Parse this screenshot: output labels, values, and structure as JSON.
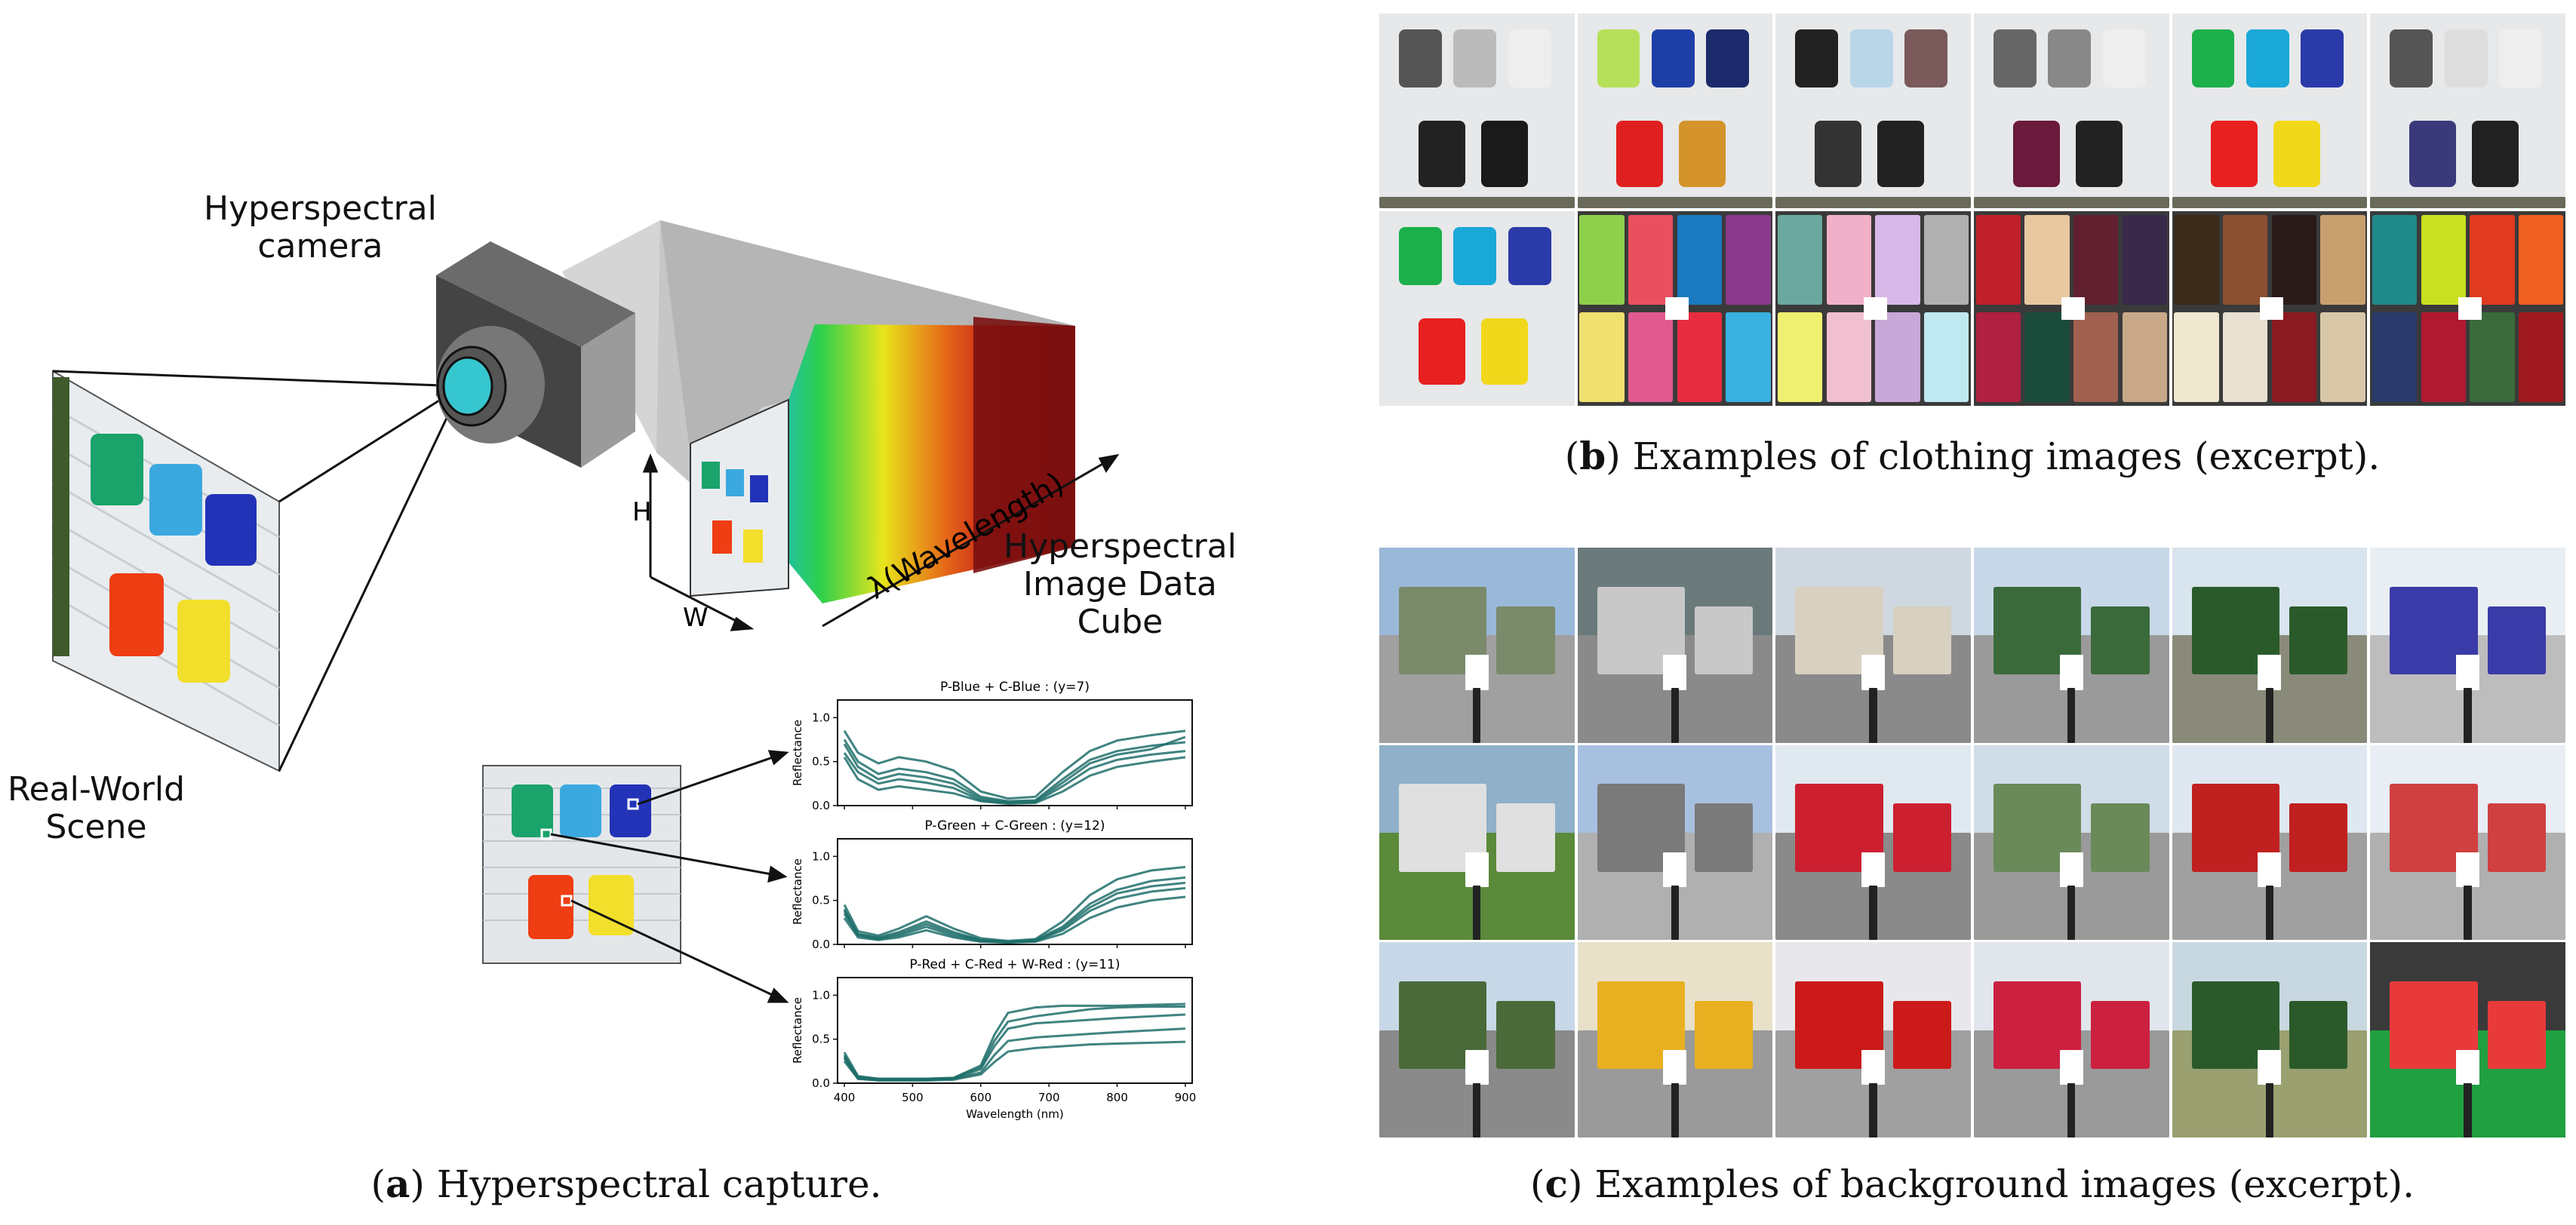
{
  "panel_a": {
    "camera_label": [
      "Hyperspectral",
      "camera"
    ],
    "scene_label": [
      "Real-World",
      "Scene"
    ],
    "cube_label": [
      "Hyperspectral",
      "Image Data",
      "Cube"
    ],
    "axis_h": "H",
    "axis_w": "W",
    "axis_lambda": "λ(Wavelength)",
    "caption_letter": "a",
    "caption_text": ") Hyperspectral capture.",
    "shirt_colors": [
      "#1aa36b",
      "#3ba9e0",
      "#2233b8",
      "#ef3d14",
      "#f2df2c"
    ]
  },
  "panel_b": {
    "caption_letter": "b",
    "caption_text": ") Examples of clothing images (excerpt)."
  },
  "panel_c": {
    "caption_letter": "c",
    "caption_text": ") Examples of background images (excerpt)."
  },
  "chart_data": [
    {
      "type": "line",
      "title": "P-Blue + C-Blue : (y=7)",
      "ylabel": "Reflectance",
      "xlim": [
        390,
        910
      ],
      "ylim": [
        0,
        1.2
      ],
      "yticks": [
        "0.0",
        "0.5",
        "1.0"
      ],
      "series_color": "#1f6f6b",
      "x": [
        400,
        420,
        450,
        480,
        520,
        560,
        600,
        640,
        680,
        720,
        760,
        800,
        850,
        900
      ],
      "series": [
        {
          "values": [
            0.75,
            0.5,
            0.36,
            0.42,
            0.38,
            0.3,
            0.1,
            0.05,
            0.06,
            0.3,
            0.52,
            0.62,
            0.68,
            0.72
          ]
        },
        {
          "values": [
            0.6,
            0.38,
            0.25,
            0.3,
            0.26,
            0.2,
            0.06,
            0.03,
            0.04,
            0.22,
            0.42,
            0.52,
            0.58,
            0.62
          ]
        },
        {
          "values": [
            0.85,
            0.6,
            0.48,
            0.55,
            0.5,
            0.4,
            0.16,
            0.08,
            0.1,
            0.38,
            0.62,
            0.74,
            0.8,
            0.85
          ]
        },
        {
          "values": [
            0.55,
            0.3,
            0.18,
            0.22,
            0.18,
            0.14,
            0.05,
            0.02,
            0.03,
            0.16,
            0.34,
            0.44,
            0.5,
            0.55
          ]
        },
        {
          "values": [
            0.7,
            0.44,
            0.3,
            0.36,
            0.32,
            0.25,
            0.08,
            0.04,
            0.05,
            0.26,
            0.48,
            0.58,
            0.64,
            0.78
          ]
        }
      ]
    },
    {
      "type": "line",
      "title": "P-Green + C-Green : (y=12)",
      "ylabel": "Reflectance",
      "xlim": [
        390,
        910
      ],
      "ylim": [
        0,
        1.2
      ],
      "yticks": [
        "0.0",
        "0.5",
        "1.0"
      ],
      "series_color": "#1f6f6b",
      "x": [
        400,
        420,
        450,
        480,
        520,
        560,
        600,
        640,
        680,
        720,
        760,
        800,
        850,
        900
      ],
      "series": [
        {
          "values": [
            0.4,
            0.12,
            0.08,
            0.14,
            0.26,
            0.14,
            0.05,
            0.03,
            0.05,
            0.2,
            0.46,
            0.62,
            0.72,
            0.76
          ]
        },
        {
          "values": [
            0.35,
            0.1,
            0.06,
            0.1,
            0.2,
            0.1,
            0.04,
            0.02,
            0.04,
            0.16,
            0.38,
            0.52,
            0.6,
            0.64
          ]
        },
        {
          "values": [
            0.45,
            0.15,
            0.1,
            0.18,
            0.32,
            0.18,
            0.07,
            0.04,
            0.06,
            0.26,
            0.56,
            0.74,
            0.84,
            0.88
          ]
        },
        {
          "values": [
            0.3,
            0.08,
            0.05,
            0.08,
            0.16,
            0.08,
            0.03,
            0.02,
            0.03,
            0.12,
            0.3,
            0.42,
            0.5,
            0.54
          ]
        },
        {
          "values": [
            0.38,
            0.11,
            0.07,
            0.12,
            0.23,
            0.12,
            0.05,
            0.03,
            0.04,
            0.18,
            0.42,
            0.58,
            0.66,
            0.7
          ]
        }
      ]
    },
    {
      "type": "line",
      "title": "P-Red + C-Red + W-Red : (y=11)",
      "ylabel": "Reflectance",
      "xlabel": "Wavelength (nm)",
      "xlim": [
        390,
        910
      ],
      "ylim": [
        0,
        1.2
      ],
      "xticks": [
        "400",
        "500",
        "600",
        "700",
        "800",
        "900"
      ],
      "yticks": [
        "0.0",
        "0.5",
        "1.0"
      ],
      "series_color": "#1f6f6b",
      "x": [
        400,
        420,
        450,
        480,
        520,
        560,
        600,
        620,
        640,
        680,
        720,
        760,
        800,
        850,
        900
      ],
      "series": [
        {
          "values": [
            0.35,
            0.08,
            0.05,
            0.05,
            0.05,
            0.06,
            0.2,
            0.55,
            0.8,
            0.86,
            0.88,
            0.88,
            0.88,
            0.89,
            0.9
          ]
        },
        {
          "values": [
            0.3,
            0.06,
            0.04,
            0.04,
            0.04,
            0.05,
            0.16,
            0.42,
            0.62,
            0.68,
            0.7,
            0.72,
            0.74,
            0.76,
            0.78
          ]
        },
        {
          "values": [
            0.28,
            0.05,
            0.04,
            0.04,
            0.04,
            0.05,
            0.12,
            0.32,
            0.48,
            0.52,
            0.54,
            0.56,
            0.58,
            0.6,
            0.62
          ]
        },
        {
          "values": [
            0.25,
            0.05,
            0.03,
            0.03,
            0.03,
            0.04,
            0.1,
            0.24,
            0.36,
            0.4,
            0.42,
            0.44,
            0.45,
            0.46,
            0.47
          ]
        },
        {
          "values": [
            0.32,
            0.07,
            0.05,
            0.05,
            0.05,
            0.06,
            0.18,
            0.48,
            0.7,
            0.76,
            0.8,
            0.84,
            0.86,
            0.87,
            0.87
          ]
        }
      ]
    }
  ]
}
